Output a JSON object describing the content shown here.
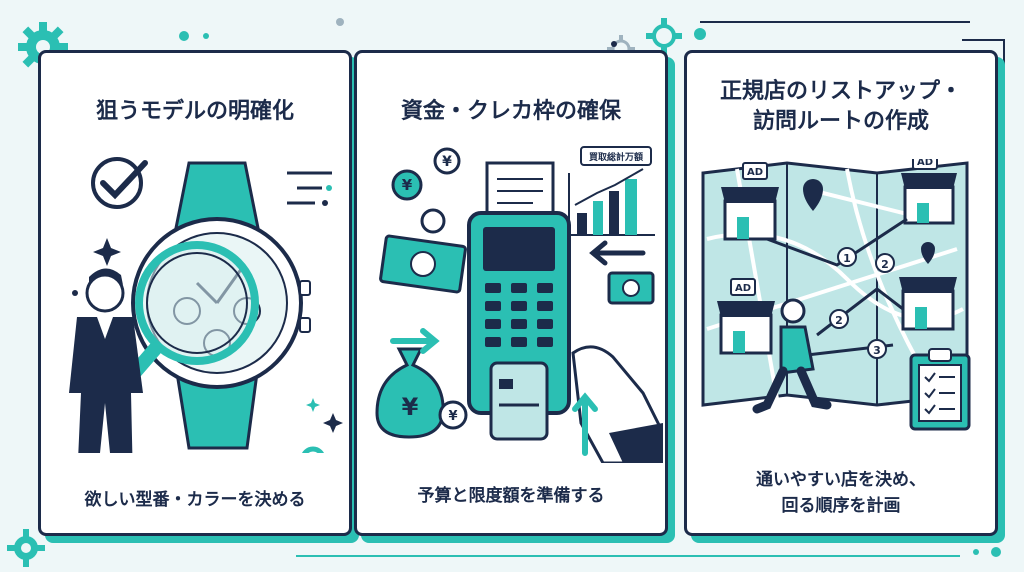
{
  "colors": {
    "teal": "#2bbfb3",
    "navy": "#1c2b4a",
    "background": "#eef7f8",
    "map_teal": "#bfe6e6"
  },
  "panels": [
    {
      "title_lines": [
        "狙うモデルの明確化"
      ],
      "caption_lines": [
        "欲しい型番・カラーを決める"
      ],
      "icons": [
        "checkmark-circle-icon",
        "watch-icon",
        "magnifier-icon",
        "businessman-icon",
        "sparkle-icon",
        "gear-icon"
      ]
    },
    {
      "title_lines": [
        "資金・クレカ枠の確保"
      ],
      "caption_lines": [
        "予算と限度額を準備する"
      ],
      "chart_label": "買取総計万額",
      "coin_symbol": "¥",
      "icons": [
        "coin-icon",
        "banknote-icon",
        "receipt-icon",
        "card-terminal-icon",
        "credit-card-icon",
        "money-bag-icon",
        "bar-chart-icon",
        "arrow-icon"
      ]
    },
    {
      "title_lines": [
        "正規店のリストアップ・",
        "訪問ルートの作成"
      ],
      "caption_lines": [
        "通いやすい店を決め、",
        "回る順序を計画"
      ],
      "store_tag": "AD",
      "route_steps": [
        "1",
        "2",
        "2",
        "3"
      ],
      "icons": [
        "map-icon",
        "store-icon",
        "location-pin-icon",
        "walking-person-icon",
        "checklist-clipboard-icon"
      ]
    }
  ]
}
